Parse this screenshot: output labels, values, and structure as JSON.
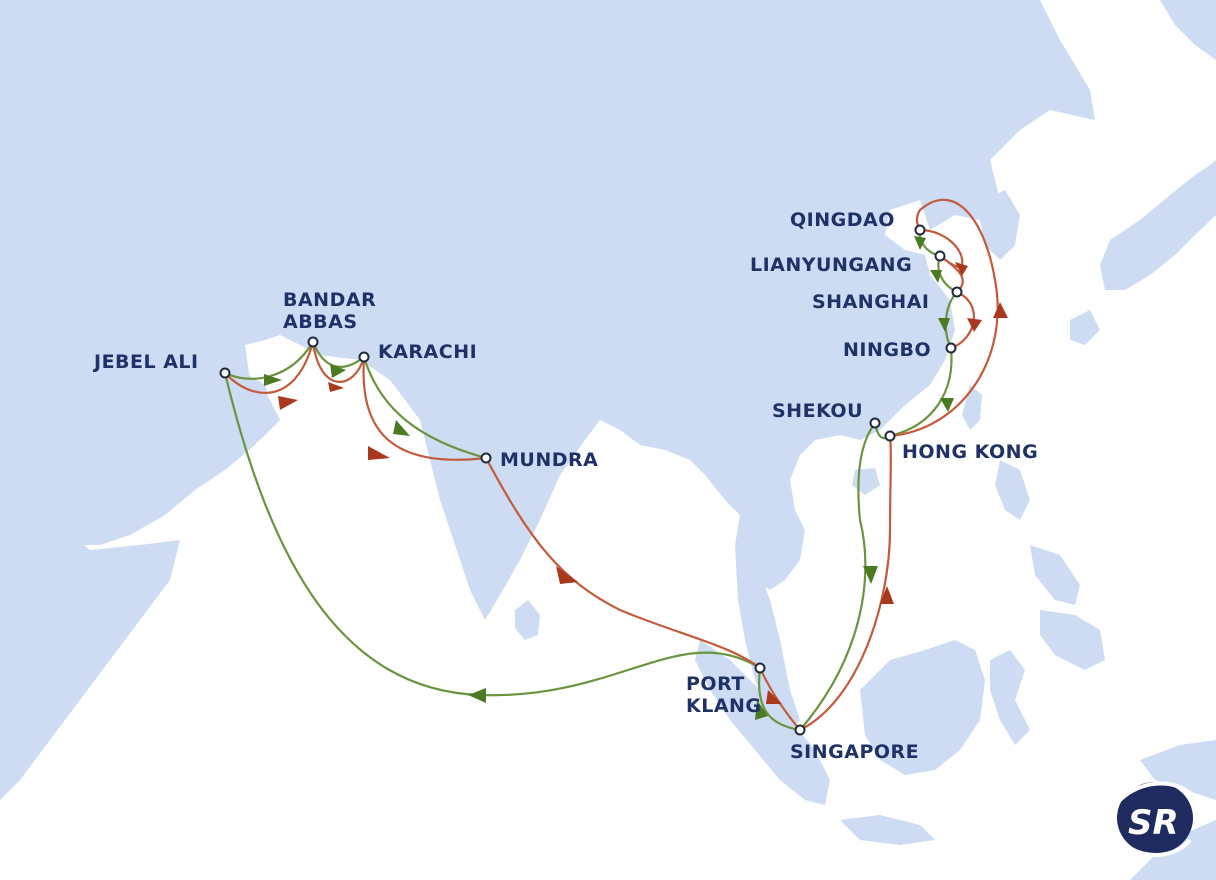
{
  "colors": {
    "water": "#ffffff",
    "land": "#cddcf2",
    "route_green": "#6a9440",
    "route_green_arrow": "#4a7a22",
    "route_red": "#c45a3c",
    "route_red_arrow": "#a8391f",
    "label": "#1f3167",
    "logo": "#1f2a5e"
  },
  "ports": {
    "jebel_ali": "JEBEL ALI",
    "bandar_abbas_1": "BANDAR",
    "bandar_abbas_2": "ABBAS",
    "karachi": "KARACHI",
    "mundra": "MUNDRA",
    "port_klang_1": "PORT",
    "port_klang_2": "KLANG",
    "singapore": "SINGAPORE",
    "shekou": "SHEKOU",
    "hong_kong": "HONG KONG",
    "ningbo": "NINGBO",
    "shanghai": "SHANGHAI",
    "lianyungang": "LIANYUNGANG",
    "qingdao": "QINGDAO"
  },
  "logo": {
    "text": "SR",
    "icon": "sr-globe-logo-icon"
  }
}
